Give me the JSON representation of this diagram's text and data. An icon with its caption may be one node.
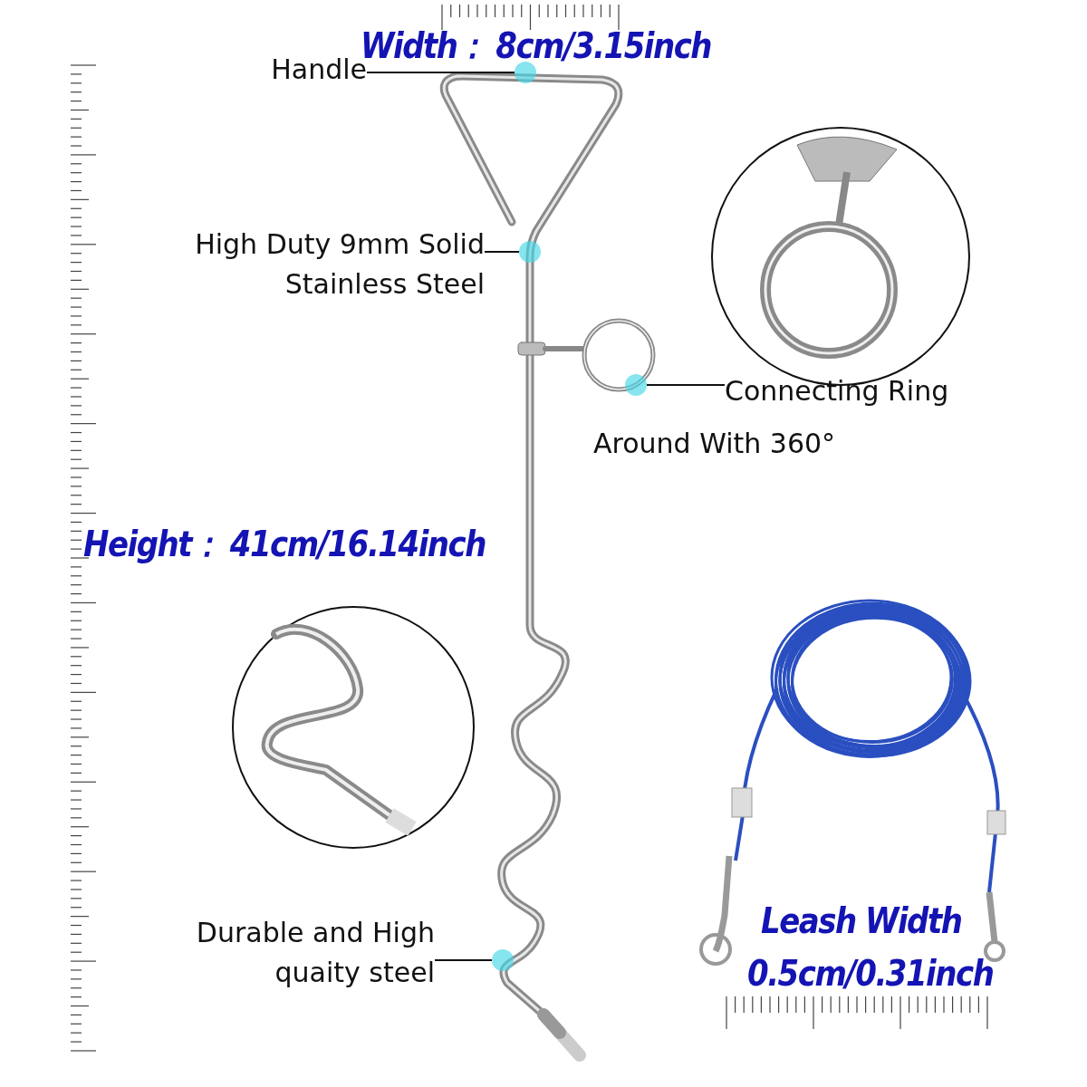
{
  "diagram": {
    "nodes": [
      {
        "text": [
          "Handle"
        ]
      },
      {
        "text": [],
        "shape": "circle"
      },
      {
        "text": [
          "High Duty 9mm Solid Stainless Steel"
        ]
      },
      {
        "text": [],
        "shape": "circle"
      },
      {
        "text": [
          "Connecting Ring"
        ],
        "beside": [
          "Around With 360°"
        ]
      },
      {
        "text": [],
        "shape": "circle"
      },
      {
        "text": [
          "Durable and High quaity steel"
        ]
      },
      {
        "text": [],
        "shape": "circle"
      }
    ],
    "edges": [
      {
        "from": 0,
        "to": 1,
        "arrow": "none"
      },
      {
        "from": 2,
        "to": 3,
        "arrow": "none"
      },
      {
        "from": 4,
        "to": 5,
        "arrow": "none"
      },
      {
        "from": 6,
        "to": 7,
        "arrow": "none"
      }
    ],
    "labels": [
      "Width：  8cm/3.15inch",
      "Height：  41cm/16.14inch",
      "Leash Width",
      "0.5cm/0.31inch"
    ]
  }
}
